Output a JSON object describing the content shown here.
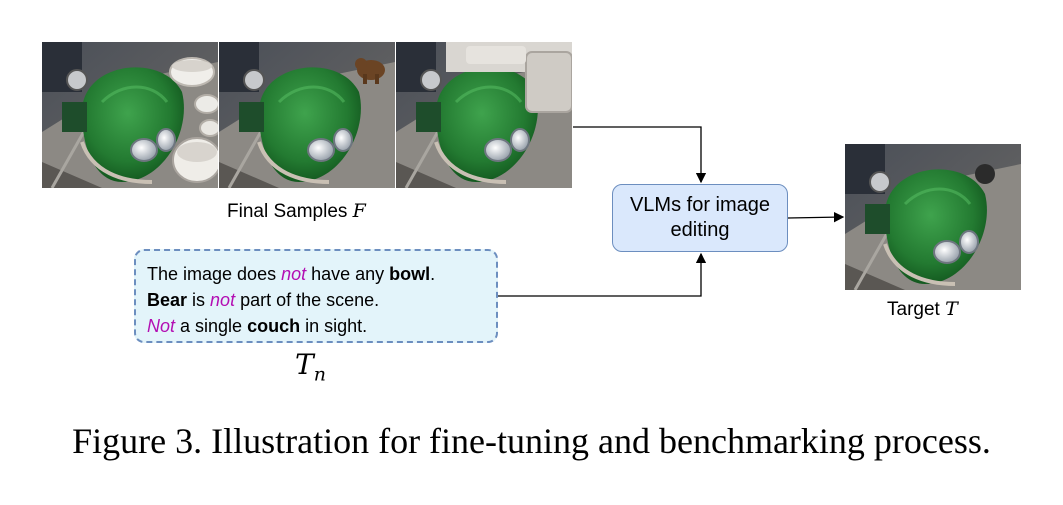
{
  "samples": {
    "caption_text": "Final Samples",
    "caption_symbol": "F",
    "images": [
      {
        "name": "sample-with-bowls",
        "depicts": "green moss scooter with white bowls"
      },
      {
        "name": "sample-with-bear",
        "depicts": "green moss scooter with a bear"
      },
      {
        "name": "sample-with-couch",
        "depicts": "green moss scooter with a couch"
      }
    ]
  },
  "model_box": {
    "line1": "VLMs for image",
    "line2": "editing"
  },
  "target": {
    "caption_text": "Target",
    "caption_symbol": "T"
  },
  "negative_texts": {
    "lines": [
      {
        "pre": "The image does ",
        "neg": "not",
        "mid": " have any ",
        "obj": "bowl",
        "post": "."
      },
      {
        "obj": "Bear",
        "pre": " is ",
        "neg": "not",
        "post": " part of the scene."
      },
      {
        "neg": "Not",
        "pre": " a single ",
        "obj": "couch",
        "post": " in sight."
      }
    ],
    "symbol": "T",
    "symbol_sub": "n"
  },
  "figure_caption": "Figure 3. Illustration for fine-tuning and benchmarking process.",
  "colors": {
    "negation": "#b30fb3",
    "model_box_fill": "#dae8fc",
    "model_box_border": "#6c8ebf",
    "text_box_fill": "#e3f4fa",
    "moss_green": "#2f8a3c"
  }
}
